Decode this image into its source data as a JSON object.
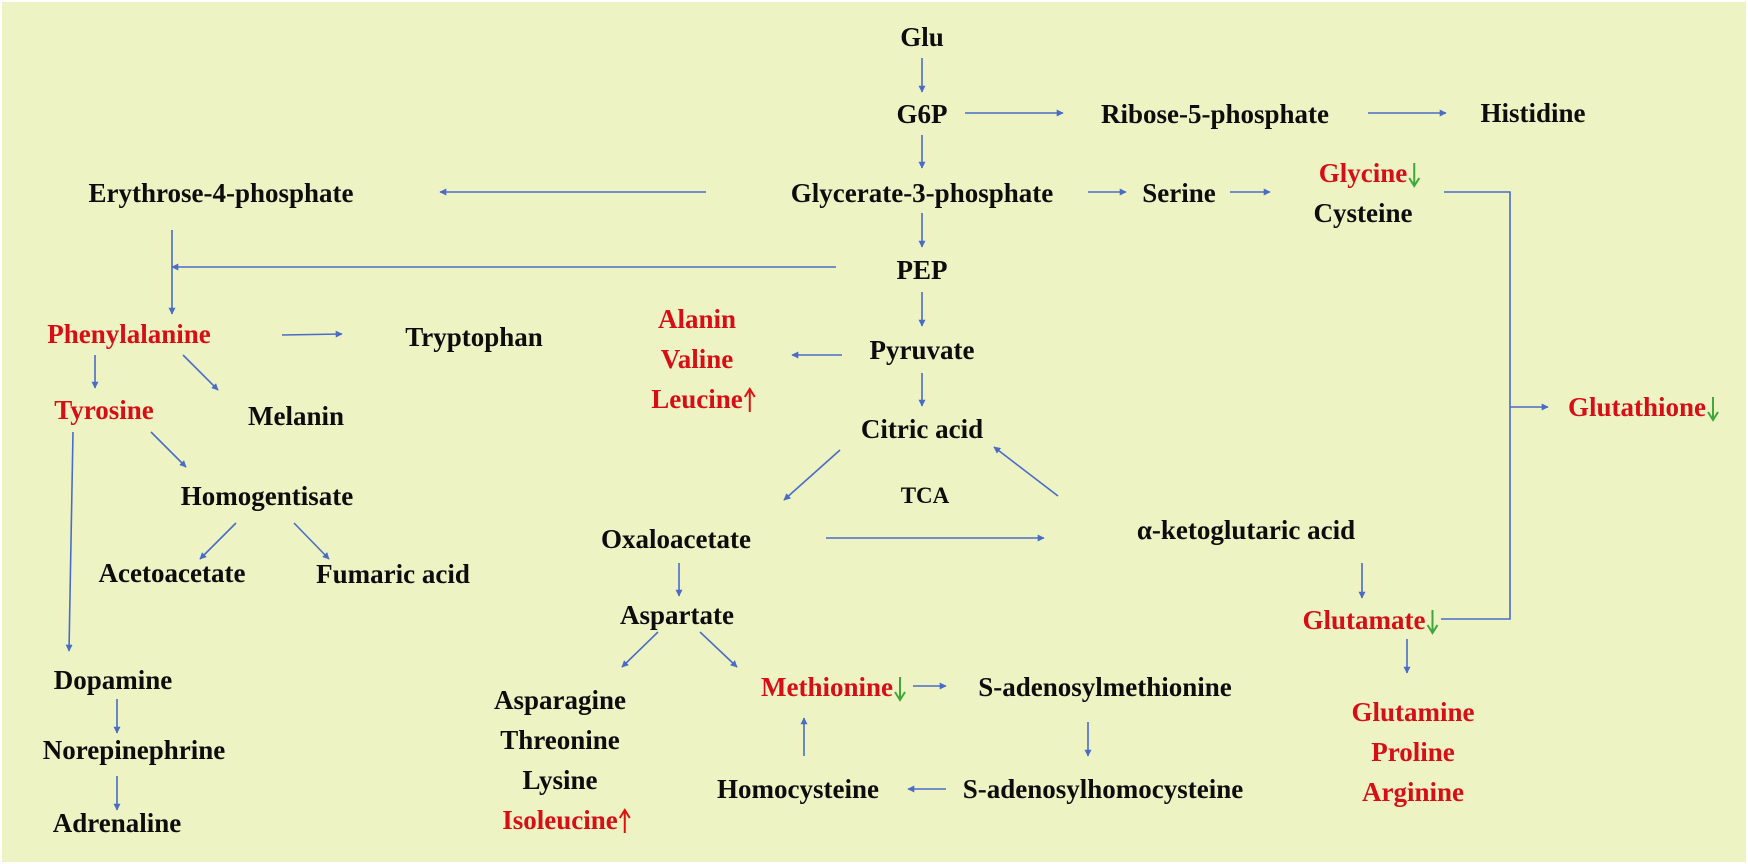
{
  "colors": {
    "background": "#eef3c4",
    "border": "#ffffff",
    "text": "#0d0d0d",
    "highlight": "#d60f16",
    "arrow": "#4a6cc7",
    "up": "#e01010",
    "down": "#3ea83a"
  },
  "nodes": {
    "glu": "Glu",
    "g6p": "G6P",
    "ribose5p": "Ribose-5-phosphate",
    "histidine": "Histidine",
    "erythrose4p": "Erythrose-4-phosphate",
    "glycerate3p": "Glycerate-3-phosphate",
    "serine": "Serine",
    "glycine": "Glycine",
    "cysteine": "Cysteine",
    "pep": "PEP",
    "phenylalanine": "Phenylalanine",
    "tryptophan": "Tryptophan",
    "alanin": "Alanin",
    "valine": "Valine",
    "leucine": "Leucine",
    "pyruvate": "Pyruvate",
    "glutathione": "Glutathione",
    "tyrosine": "Tyrosine",
    "melanin": "Melanin",
    "citric_acid": "Citric acid",
    "homogentisate": "Homogentisate",
    "tca": "TCA",
    "oxaloacetate": "Oxaloacetate",
    "akg": "α-ketoglutaric acid",
    "acetoacetate": "Acetoacetate",
    "fumaric_acid": "Fumaric acid",
    "aspartate": "Aspartate",
    "glutamate": "Glutamate",
    "dopamine": "Dopamine",
    "asparagine": "Asparagine",
    "methionine": "Methionine",
    "sam": "S-adenosylmethionine",
    "glutamine": "Glutamine",
    "threonine": "Threonine",
    "norepinephrine": "Norepinephrine",
    "proline": "Proline",
    "lysine": "Lysine",
    "homocysteine": "Homocysteine",
    "sah": "S-adenosylhomocysteine",
    "arginine": "Arginine",
    "adrenaline": "Adrenaline",
    "isoleucine": "Isoleucine"
  },
  "highlighted": [
    "glycine",
    "phenylalanine",
    "alanin",
    "valine",
    "leucine",
    "glutathione",
    "tyrosine",
    "glutamate",
    "methionine",
    "glutamine",
    "proline",
    "arginine",
    "isoleucine"
  ],
  "trends": {
    "up": [
      "leucine",
      "isoleucine"
    ],
    "down": [
      "glycine",
      "glutathione",
      "glutamate",
      "methionine"
    ]
  }
}
